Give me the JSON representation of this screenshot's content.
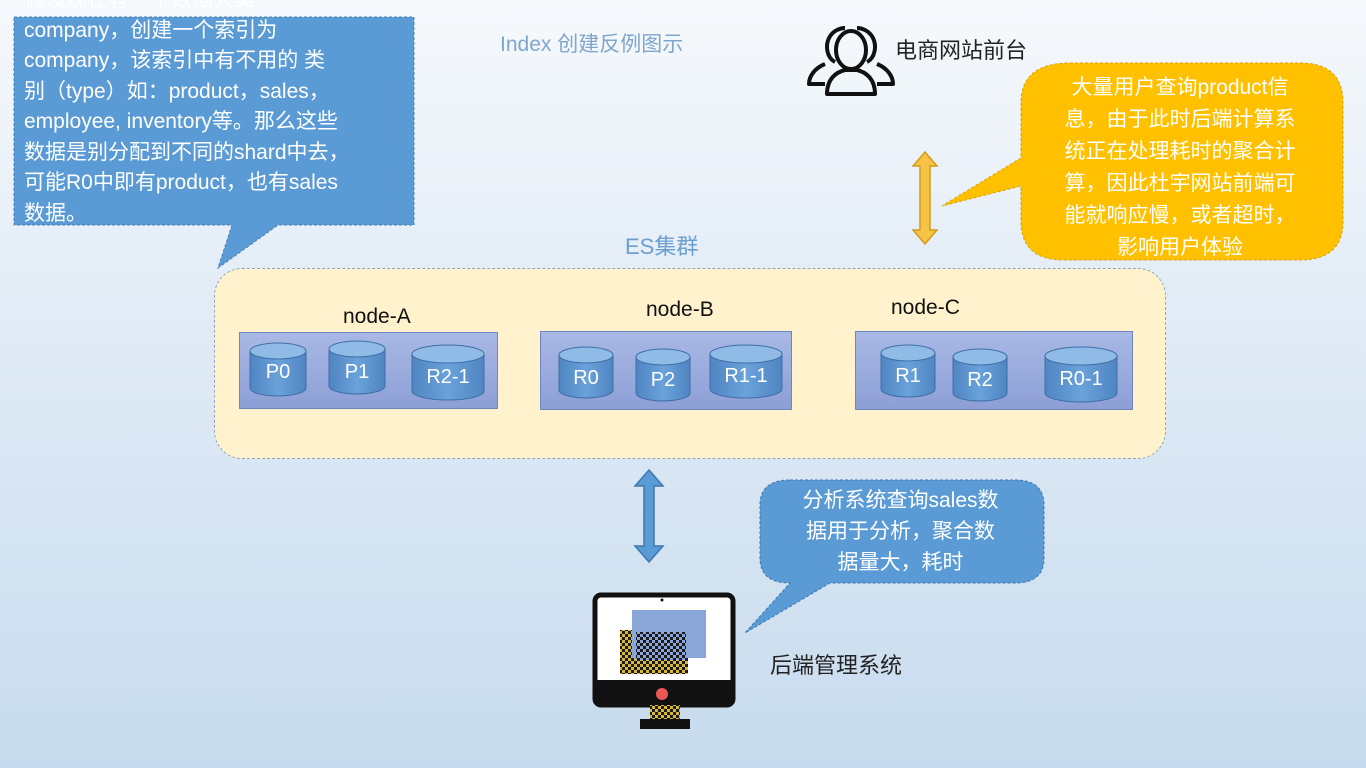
{
  "title": "Index 创建反例图示",
  "frontend": {
    "label": "电商网站前台",
    "icon": "user-group-icon"
  },
  "callout_index": {
    "lines": [
      "假设现在有一个数据大类:",
      "company，创建一个索引为",
      "company，该索引中有不用的 类",
      "别（type）如：product，sales，",
      "employee, inventory等。那么这些",
      "数据是别分配到不同的shard中去，",
      "可能R0中即有product，也有sales",
      "数据。"
    ]
  },
  "callout_frontend": {
    "lines": [
      "大量用户查询product信",
      "息，由于此时后端计算系",
      "统正在处理耗时的聚合计",
      "算，因此杜宇网站前端可",
      "能就响应慢，或者超时，",
      "影响用户体验"
    ]
  },
  "cluster": {
    "label": "ES集群",
    "nodes": [
      {
        "name": "node-A",
        "shards": [
          "P0",
          "P1",
          "R2-1"
        ]
      },
      {
        "name": "node-B",
        "shards": [
          "R0",
          "P2",
          "R1-1"
        ]
      },
      {
        "name": "node-C",
        "shards": [
          "R1",
          "R2",
          "R0-1"
        ]
      }
    ]
  },
  "callout_backend": {
    "lines": [
      "分析系统查询sales数",
      "据用于分析，聚合数",
      "据量大，耗时"
    ]
  },
  "backend": {
    "label": "后端管理系统",
    "icon": "monitor-icon"
  },
  "colors": {
    "callout_blue": "#5b9bd5",
    "callout_orange": "#ffc000",
    "cluster_fill": "#fff2cc",
    "arrow_orange": "#f7c344",
    "arrow_blue": "#5b9bd5"
  }
}
